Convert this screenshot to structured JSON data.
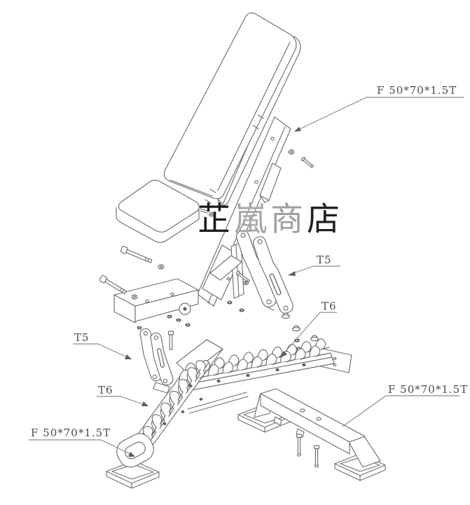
{
  "diagram": {
    "title_note": "exploded-view assembly drawing of adjustable bench",
    "watermark": {
      "text": "芷嵐商店",
      "characters": [
        "芷",
        "嵐",
        "商",
        "店"
      ],
      "styles": [
        "color:#1a1a1a",
        "color:#a7a7a7",
        "color:#9e9e9e",
        "color:#202020"
      ]
    },
    "labels": {
      "frame_top_right": "F 50*70*1.5T",
      "bracket_right": "T5",
      "rack_right": "T6",
      "bracket_left": "T5",
      "rack_left": "T6",
      "foot_bottom_left": "F 50*70*1.5T",
      "stabilizer_bottom_right": "F 50*70*1.5T"
    },
    "colors": {
      "line": "#6f6f6f",
      "label_text": "#4a4a4a",
      "watermark_dark": "#1a1a1a",
      "watermark_light": "#a7a7a7",
      "background": "#ffffff"
    }
  }
}
